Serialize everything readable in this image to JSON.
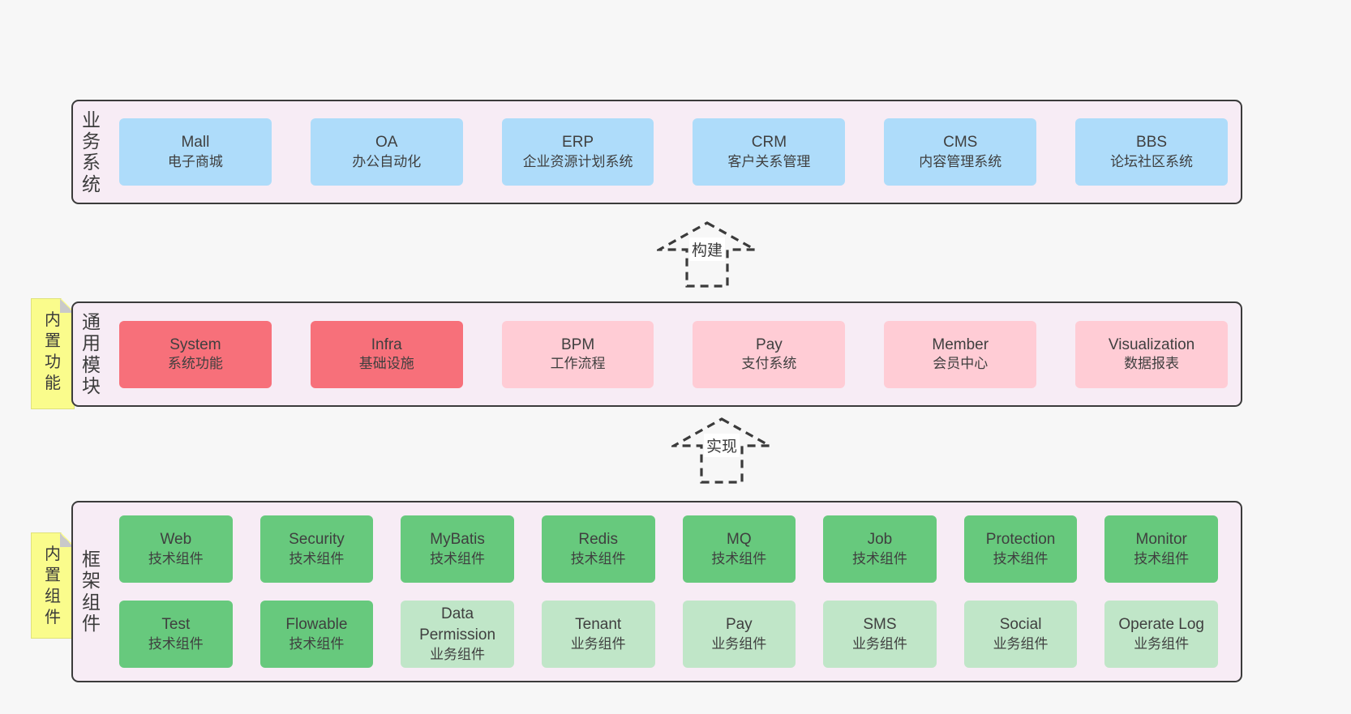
{
  "colors": {
    "page_bg": "#f7f7f7",
    "band_bg": "#f7ecf5",
    "band_border": "#3b3b3b",
    "blue": "#aedcfa",
    "red": "#f7707a",
    "pink": "#ffccd5",
    "green_dark": "#67c97d",
    "green_light": "#c0e6c8",
    "sticky_yellow": "#fafc8c",
    "sticky_border": "#dfe27a",
    "sticky_fold": "#c9c9c9",
    "text": "#3c3c3c",
    "label_bg": "#ffffff"
  },
  "arrows": {
    "build": "构建",
    "implement": "实现"
  },
  "sections": {
    "business": {
      "side_label": "业务系统",
      "boxes": [
        {
          "name": "Mall",
          "subtitle": "电子商城",
          "type": "blue"
        },
        {
          "name": "OA",
          "subtitle": "办公自动化",
          "type": "blue"
        },
        {
          "name": "ERP",
          "subtitle": "企业资源计划系统",
          "type": "blue"
        },
        {
          "name": "CRM",
          "subtitle": "客户关系管理",
          "type": "blue"
        },
        {
          "name": "CMS",
          "subtitle": "内容管理系统",
          "type": "blue"
        },
        {
          "name": "BBS",
          "subtitle": "论坛社区系统",
          "type": "blue"
        }
      ]
    },
    "modules": {
      "side_label": "通用模块",
      "sticky_label": "内置功能",
      "boxes": [
        {
          "name": "System",
          "subtitle": "系统功能",
          "type": "red"
        },
        {
          "name": "Infra",
          "subtitle": "基础设施",
          "type": "red"
        },
        {
          "name": "BPM",
          "subtitle": "工作流程",
          "type": "pink"
        },
        {
          "name": "Pay",
          "subtitle": "支付系统",
          "type": "pink"
        },
        {
          "name": "Member",
          "subtitle": "会员中心",
          "type": "pink"
        },
        {
          "name": "Visualization",
          "subtitle": "数据报表",
          "type": "pink"
        }
      ]
    },
    "framework": {
      "side_label": "框架组件",
      "sticky_label": "内置组件",
      "row1": [
        {
          "name": "Web",
          "subtitle": "技术组件",
          "type": "green-dark"
        },
        {
          "name": "Security",
          "subtitle": "技术组件",
          "type": "green-dark"
        },
        {
          "name": "MyBatis",
          "subtitle": "技术组件",
          "type": "green-dark"
        },
        {
          "name": "Redis",
          "subtitle": "技术组件",
          "type": "green-dark"
        },
        {
          "name": "MQ",
          "subtitle": "技术组件",
          "type": "green-dark"
        },
        {
          "name": "Job",
          "subtitle": "技术组件",
          "type": "green-dark"
        },
        {
          "name": "Protection",
          "subtitle": "技术组件",
          "type": "green-dark"
        },
        {
          "name": "Monitor",
          "subtitle": "技术组件",
          "type": "green-dark"
        }
      ],
      "row2": [
        {
          "name": "Test",
          "subtitle": "技术组件",
          "type": "green-dark"
        },
        {
          "name": "Flowable",
          "subtitle": "技术组件",
          "type": "green-dark"
        },
        {
          "name": "Data Permission",
          "subtitle": "业务组件",
          "type": "green-light"
        },
        {
          "name": "Tenant",
          "subtitle": "业务组件",
          "type": "green-light"
        },
        {
          "name": "Pay",
          "subtitle": "业务组件",
          "type": "green-light"
        },
        {
          "name": "SMS",
          "subtitle": "业务组件",
          "type": "green-light"
        },
        {
          "name": "Social",
          "subtitle": "业务组件",
          "type": "green-light"
        },
        {
          "name": "Operate Log",
          "subtitle": "业务组件",
          "type": "green-light"
        }
      ]
    }
  }
}
